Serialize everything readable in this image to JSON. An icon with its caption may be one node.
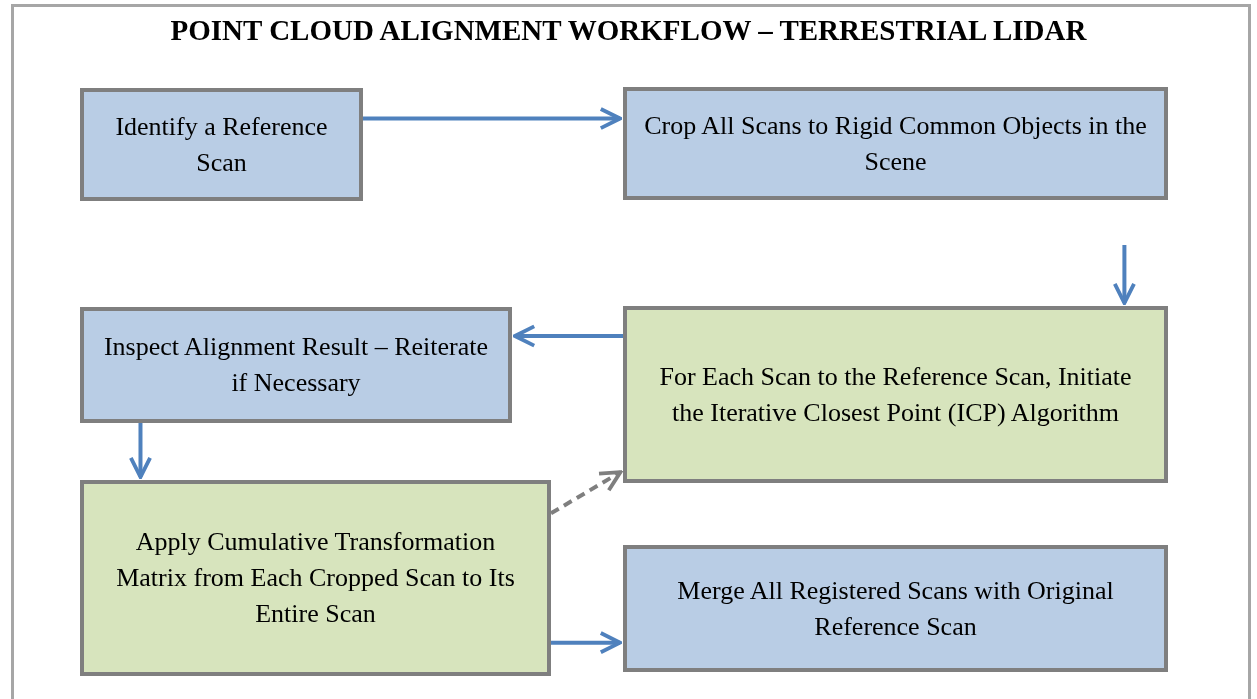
{
  "diagram": {
    "title": "POINT CLOUD ALIGNMENT WORKFLOW – TERRESTRIAL LIDAR",
    "nodes": [
      {
        "text": [
          "Identify a Reference Scan"
        ]
      },
      {
        "text": [
          "Crop All Scans to Rigid Common Objects in the Scene"
        ]
      },
      {
        "text": [
          "Inspect Alignment Result – Reiterate if Necessary"
        ]
      },
      {
        "text": [
          "For Each Scan to the Reference Scan, Initiate the Iterative Closest Point (ICP) Algorithm"
        ]
      },
      {
        "text": [
          "Apply Cumulative Transformation Matrix from Each Cropped Scan to Its Entire Scan"
        ]
      },
      {
        "text": [
          "Merge All Registered Scans with Original Reference Scan"
        ]
      }
    ],
    "edges": [
      {
        "from": 0,
        "to": 1,
        "arrow": "to"
      },
      {
        "from": 1,
        "to": 3,
        "arrow": "to"
      },
      {
        "from": 3,
        "to": 2,
        "arrow": "to"
      },
      {
        "from": 2,
        "to": 4,
        "arrow": "to"
      },
      {
        "from": 4,
        "to": 3,
        "arrow": "to",
        "style": "dashed",
        "color": "#7f7f7f"
      },
      {
        "from": 4,
        "to": 5,
        "arrow": "to"
      }
    ]
  }
}
